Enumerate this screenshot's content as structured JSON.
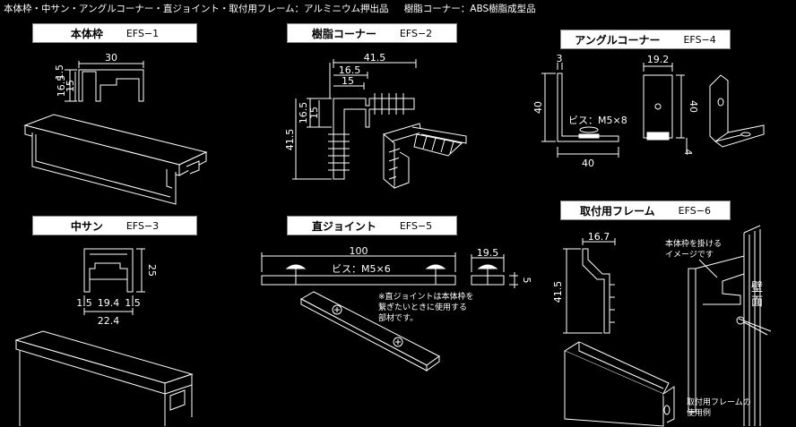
{
  "header": {
    "material_aluminum": "本体枠・中サン・アングルコーナー・直ジョイント・取付用フレーム：アルミニウム押出品",
    "material_abs": "樹脂コーナー：ABS樹脂成型品"
  },
  "parts": {
    "body_frame": {
      "name": "本体枠",
      "code": "EFS−1",
      "dims": {
        "width": "30",
        "lip": "1.5",
        "h1": "16.5",
        "h2": "15"
      }
    },
    "resin_corner": {
      "name": "樹脂コーナー",
      "code": "EFS−2",
      "dims": {
        "total": "41.5",
        "mid": "16.5",
        "inner": "15",
        "v1": "16.5",
        "v2": "15",
        "vtotal": "41.5"
      }
    },
    "angle_corner": {
      "name": "アングルコーナー",
      "code": "EFS−4",
      "dims": {
        "thick": "3",
        "height": "40",
        "width": "40",
        "side_width": "19.2",
        "side_height": "40",
        "small": "4"
      },
      "screw": "ビス：M5×8"
    },
    "middle_bar": {
      "name": "中サン",
      "code": "EFS−3",
      "dims": {
        "height": "25",
        "a": "1.5",
        "b": "19.4",
        "c": "1.5",
        "total": "22.4"
      }
    },
    "straight_joint": {
      "name": "直ジョイント",
      "code": "EFS−5",
      "dims": {
        "length": "100",
        "width": "19.5",
        "thick": "5"
      },
      "screw": "ビス：M5×6",
      "note_lines": [
        "※直ジョイントは本体枠を",
        "繋ぎたいときに使用する",
        "部材です。"
      ]
    },
    "mount_frame": {
      "name": "取付用フレーム",
      "code": "EFS−6",
      "dims": {
        "top": "16.7",
        "height": "41.5"
      },
      "hang_note": [
        "本体枠を掛ける",
        "イメージです"
      ],
      "wall_label": [
        "壁",
        "面"
      ],
      "usage_note": [
        "取付用フレームの",
        "使用例"
      ]
    }
  }
}
